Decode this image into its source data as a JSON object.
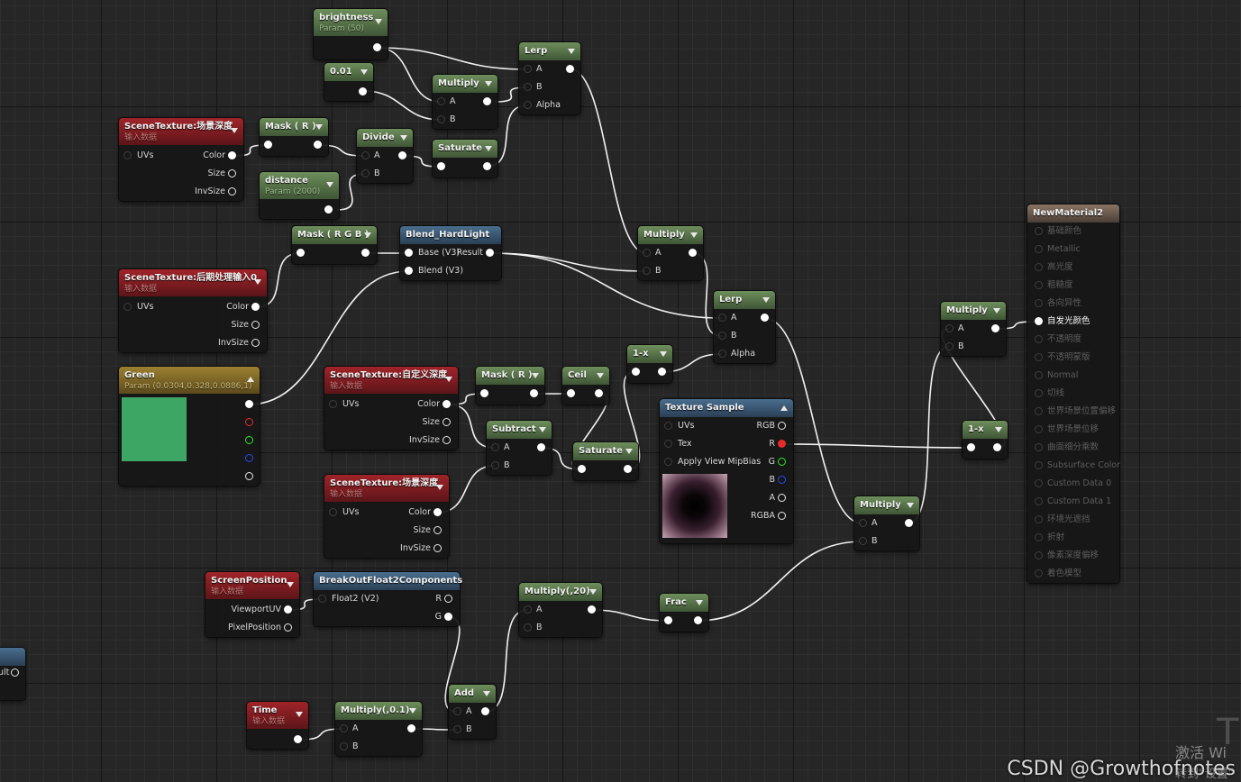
{
  "nodes": {
    "brightness": {
      "title": "brightness",
      "subtitle": "Param (50)"
    },
    "const001": {
      "title": "0.01"
    },
    "lerp1": {
      "title": "Lerp",
      "pins": [
        "A",
        "B",
        "Alpha"
      ]
    },
    "multiply1": {
      "title": "Multiply",
      "pins": [
        "A",
        "B"
      ]
    },
    "scene_depth1": {
      "title": "SceneTexture:场景深度",
      "subtitle": "输入数据",
      "in_pin": "UVs",
      "out_pins": [
        "Color",
        "Size",
        "InvSize"
      ]
    },
    "mask_r1": {
      "title": "Mask ( R )"
    },
    "divide": {
      "title": "Divide",
      "pins": [
        "A",
        "B"
      ]
    },
    "saturate1": {
      "title": "Saturate"
    },
    "distance": {
      "title": "distance",
      "subtitle": "Param (2000)"
    },
    "mask_rgb": {
      "title": "Mask ( R G B )"
    },
    "blend": {
      "title": "Blend_HardLight",
      "pins": [
        "Base (V3)",
        "Blend (V3)"
      ],
      "out": "Result"
    },
    "multiply2": {
      "title": "Multiply",
      "pins": [
        "A",
        "B"
      ]
    },
    "scene_post": {
      "title": "SceneTexture:后期处理输入0",
      "subtitle": "输入数据",
      "in_pin": "UVs",
      "out_pins": [
        "Color",
        "Size",
        "InvSize"
      ]
    },
    "lerp2": {
      "title": "Lerp",
      "pins": [
        "A",
        "B",
        "Alpha"
      ]
    },
    "one_minus1": {
      "title": "1-x"
    },
    "green": {
      "title": "Green",
      "subtitle": "Param (0.0304,0.328,0.0886,1)",
      "swatch": "#3ea664"
    },
    "scene_custom": {
      "title": "SceneTexture:自定义深度",
      "subtitle": "输入数据",
      "in_pin": "UVs",
      "out_pins": [
        "Color",
        "Size",
        "InvSize"
      ]
    },
    "mask_r2": {
      "title": "Mask ( R )"
    },
    "ceil": {
      "title": "Ceil"
    },
    "subtract": {
      "title": "Subtract",
      "pins": [
        "A",
        "B"
      ]
    },
    "saturate2": {
      "title": "Saturate"
    },
    "texture_sample": {
      "title": "Texture Sample",
      "in_pins": [
        "UVs",
        "Tex",
        "Apply View MipBias"
      ],
      "out_pins": [
        "RGB",
        "R",
        "G",
        "B",
        "A",
        "RGBA"
      ]
    },
    "scene_depth2": {
      "title": "SceneTexture:场景深度",
      "subtitle": "输入数据",
      "in_pin": "UVs",
      "out_pins": [
        "Color",
        "Size",
        "InvSize"
      ]
    },
    "multiply3": {
      "title": "Multiply",
      "pins": [
        "A",
        "B"
      ]
    },
    "one_minus2": {
      "title": "1-x"
    },
    "multiply4": {
      "title": "Multiply",
      "pins": [
        "A",
        "B"
      ]
    },
    "screen_pos": {
      "title": "ScreenPosition",
      "subtitle": "输入数据",
      "out_pins": [
        "ViewportUV",
        "PixelPosition"
      ]
    },
    "breakout": {
      "title": "BreakOutFloat2Components",
      "in_pin": "Float2 (V2)",
      "out_pins": [
        "R",
        "G"
      ]
    },
    "multiply20": {
      "title": "Multiply(,20)",
      "pins": [
        "A",
        "B"
      ]
    },
    "frac": {
      "title": "Frac"
    },
    "time": {
      "title": "Time",
      "subtitle": "输入数据"
    },
    "multiply01": {
      "title": "Multiply(,0.1)",
      "pins": [
        "A",
        "B"
      ]
    },
    "add": {
      "title": "Add",
      "pins": [
        "A",
        "B"
      ]
    },
    "partial": {
      "pin": "ult"
    },
    "material": {
      "title": "NewMaterial2",
      "pins": [
        "基础颜色",
        "Metallic",
        "高光度",
        "粗糙度",
        "各向异性",
        "自发光颜色",
        "不透明度",
        "不透明蒙版",
        "Normal",
        "切线",
        "世界场景位置偏移",
        "世界场景位移",
        "曲面细分乘数",
        "Subsurface Color",
        "Custom Data 0",
        "Custom Data 1",
        "环境光遮挡",
        "折射",
        "像素深度偏移",
        "着色模型"
      ],
      "active_pin": "自发光颜色"
    }
  },
  "watermark": "CSDN @Growthofnotes",
  "os_overlay": {
    "line1": "激活 Wi",
    "line2": "转到“设置”"
  }
}
